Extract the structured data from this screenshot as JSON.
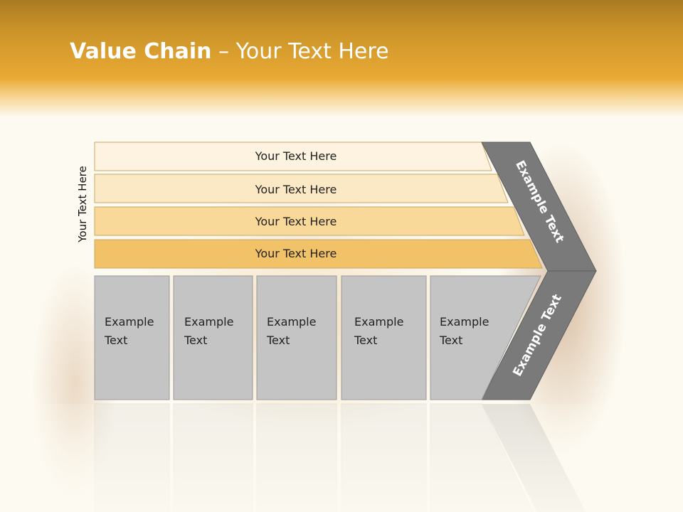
{
  "slide": {
    "title_bold": "Value Chain",
    "title_rest": " – Your Text Here",
    "side_label": "Your Text Here"
  },
  "rows": [
    {
      "label": "Your Text Here",
      "fill": "#fdf3e0"
    },
    {
      "label": "Your Text Here",
      "fill": "#fbe8c4"
    },
    {
      "label": "Your Text Here",
      "fill": "#f8d99a"
    },
    {
      "label": "Your Text Here",
      "fill": "#f2c268"
    }
  ],
  "boxes": [
    {
      "line1": "Example",
      "line2": "Text"
    },
    {
      "line1": "Example",
      "line2": "Text"
    },
    {
      "line1": "Example",
      "line2": "Text"
    },
    {
      "line1": "Example",
      "line2": "Text"
    },
    {
      "line1": "Example",
      "line2": "Text"
    }
  ],
  "arrow": {
    "upper_text": "Example Text",
    "lower_text": "Example Text",
    "color": "#7a7a7a"
  },
  "colors": {
    "header": "#eaaa35",
    "box_fill": "#c4c4c4"
  }
}
